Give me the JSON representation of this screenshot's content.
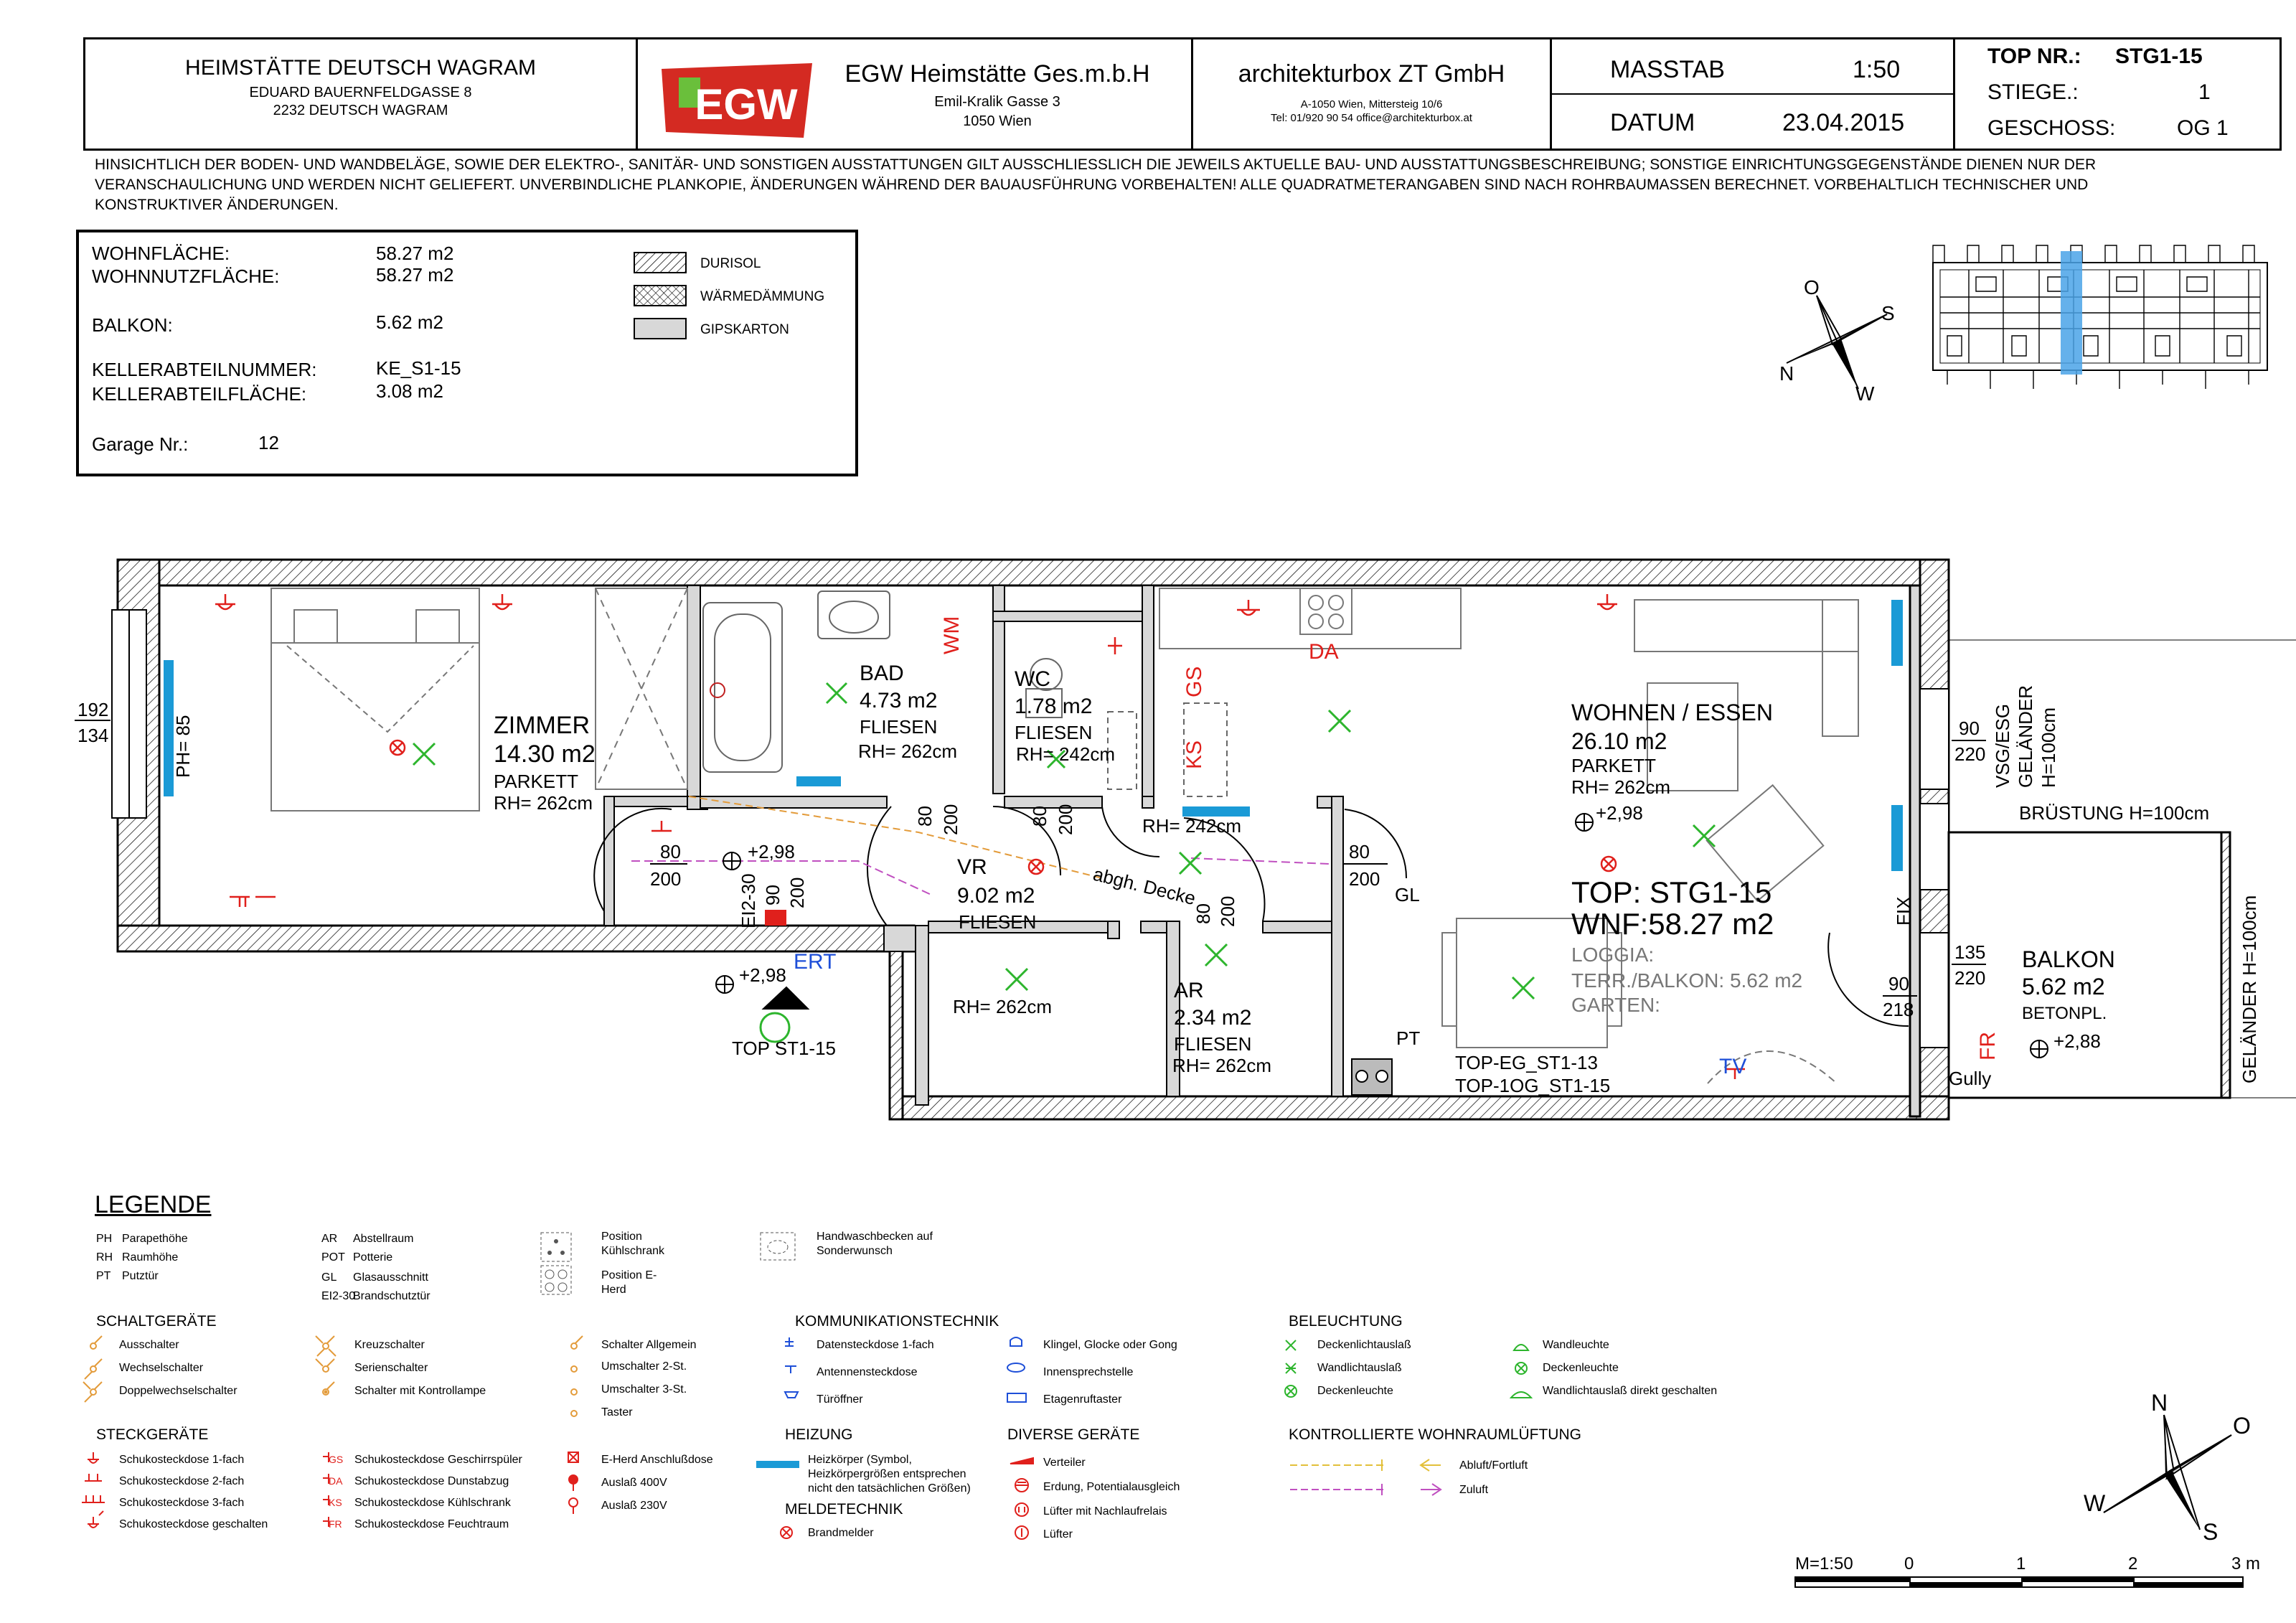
{
  "header": {
    "owner": {
      "name": "HEIMSTÄTTE DEUTSCH WAGRAM",
      "street": "EDUARD BAUERNFELDGASSE 8",
      "city": "2232 DEUTSCH WAGRAM"
    },
    "logo_text": "EGW",
    "company": {
      "name": "EGW Heimstätte Ges.m.b.H",
      "street": "Emil-Kralik Gasse 3",
      "city": "1050 Wien"
    },
    "architect": {
      "name": "architekturbox ZT GmbH",
      "address": "A-1050 Wien, Mittersteig 10/6",
      "contact": "Tel: 01/920 90 54  office@architekturbox.at"
    },
    "masstab_label": "MASSTAB",
    "masstab_value": "1:50",
    "datum_label": "DATUM",
    "datum_value": "23.04.2015",
    "top_label": "TOP NR.:",
    "top_value": "STG1-15",
    "stiege_label": "STIEGE.:",
    "stiege_value": "1",
    "geschoss_label": "GESCHOSS:",
    "geschoss_value": "OG 1"
  },
  "disclaimer": [
    "HINSICHTLICH DER BODEN- UND WANDBELÄGE, SOWIE DER ELEKTRO-, SANITÄR- UND SONSTIGEN AUSSTATTUNGEN GILT AUSSCHLIESSLICH DIE JEWEILS AKTUELLE BAU- UND AUSSTATTUNGSBESCHREIBUNG; SONSTIGE  EINRICHTUNGSGEGENSTÄNDE DIENEN NUR DER",
    "VERANSCHAULICHUNG UND WERDEN NICHT GELIEFERT. UNVERBINDLICHE PLANKOPIE, ÄNDERUNGEN WÄHREND DER BAUAUSFÜHRUNG VORBEHALTEN! ALLE QUADRATMETERANGABEN SIND NACH ROHRBAUMASSEN BERECHNET. VORBEHALTLICH TECHNISCHER UND",
    "KONSTRUKTIVER ÄNDERUNGEN."
  ],
  "areas": {
    "wohnflaeche_label": "WOHNFLÄCHE:",
    "wohnflaeche": "58.27 m2",
    "wohnnutz_label": "WOHNNUTZFLÄCHE:",
    "wohnnutz": "58.27 m2",
    "balkon_label": "BALKON:",
    "balkon": "5.62 m2",
    "kellernr_label": "KELLERABTEILNUMMER:",
    "kellernr": "KE_S1-15",
    "kellerfl_label": "KELLERABTEILFLÄCHE:",
    "kellerfl": "3.08 m2",
    "garage_label": "Garage Nr.:",
    "garage": "12"
  },
  "materials": [
    "DURISOL",
    "WÄRMEDÄMMUNG",
    "GIPSKARTON"
  ],
  "compass_small": {
    "o": "O",
    "s": "S",
    "n": "N",
    "w": "W"
  },
  "plan": {
    "zimmer": [
      "ZIMMER",
      "14.30 m2",
      "PARKETT",
      "RH= 262cm"
    ],
    "bad": [
      "BAD",
      "4.73 m2",
      "FLIESEN",
      "RH= 262cm"
    ],
    "wc": [
      "WC",
      "1.78 m2",
      "FLIESEN",
      "RH= 242cm"
    ],
    "vr": [
      "VR",
      "9.02 m2",
      "FLIESEN"
    ],
    "ar": [
      "AR",
      "2.34 m2",
      "FLIESEN",
      "RH= 262cm"
    ],
    "wohnen": [
      "WOHNEN / ESSEN",
      "26.10 m2",
      "PARKETT",
      "RH= 262cm"
    ],
    "balkon": [
      "BALKON",
      "5.62 m2",
      "BETONPL."
    ],
    "top": "TOP: STG1-15",
    "wnf": "WNF:58.27 m2",
    "loggia": [
      "LOGGIA:",
      "TERR./BALKON:  5.62 m2",
      "GARTEN:"
    ],
    "labels": {
      "window_top": "192",
      "window_bot": "134",
      "ph": "PH= 85",
      "door1_a": "80",
      "door1_b": "200",
      "level_vr": "+2,98",
      "ei": "EI2-30",
      "door_main_a": "90",
      "door_main_b": "200",
      "door_bad_a": "80",
      "door_bad_b": "200",
      "door_wc_a": "80",
      "door_wc_b": "200",
      "rh_vr": "RH= 242cm",
      "abgh": "abgh. Decke",
      "door_wo_a": "80",
      "door_wo_b": "200",
      "gl": "GL",
      "door_ar_a": "80",
      "door_ar_b": "200",
      "rh_vr2": "RH= 262cm",
      "level_wo": "+2,98",
      "level_out": "+2,98",
      "ert": "ERT",
      "top_st": "TOP ST1-15",
      "pt": "PT",
      "top_eg": "TOP-EG_ST1-13",
      "top_1og": "TOP-1OG_ST1-15",
      "tv": "TV",
      "wm": "WM",
      "gs": "GS",
      "ks": "KS",
      "da": "DA",
      "fr": "FR",
      "fix": "FIX",
      "win_r_a": "90",
      "win_r_b": "220",
      "vsg": [
        "VSG/ESG",
        "GELÄNDER",
        "H=100cm"
      ],
      "bruestung": "BRÜSTUNG H=100cm",
      "door_bal_top_a": "135",
      "door_bal_top_b": "220",
      "door_bal_a": "90",
      "door_bal_b": "218",
      "level_bal": "+2,88",
      "gully": "Gully",
      "gelaender": "GELÄNDER H=100cm"
    }
  },
  "legend": {
    "title": "LEGENDE",
    "abbr": [
      [
        "PH",
        "Parapethöhe"
      ],
      [
        "RH",
        "Raumhöhe"
      ],
      [
        "PT",
        "Putztür"
      ]
    ],
    "abbr2": [
      [
        "AR",
        "Abstellraum"
      ],
      [
        "POT",
        "Potterie"
      ],
      [
        "GL",
        "Glasausschnitt"
      ],
      [
        "EI2-30",
        "Brandschutztür"
      ]
    ],
    "pos": [
      "Position Kühlschrank",
      "Position E-Herd"
    ],
    "handwasch": "Handwaschbecken auf Sonderwunsch",
    "schalt_title": "SCHALTGERÄTE",
    "schalt1": [
      "Ausschalter",
      "Wechselschalter",
      "Doppelwechselschalter"
    ],
    "schalt2": [
      "Kreuzschalter",
      "Serienschalter",
      "Schalter mit Kontrollampe"
    ],
    "schalt3": [
      "Schalter Allgemein",
      "Umschalter 2-St.",
      "Umschalter 3-St.",
      "Taster"
    ],
    "komm_title": "KOMMUNIKATIONSTECHNIK",
    "komm1": [
      "Datensteckdose 1-fach",
      "Antennensteckdose",
      "Türöffner"
    ],
    "komm2": [
      "Klingel, Glocke oder Gong",
      "Innensprechstelle",
      "Etagenruftaster"
    ],
    "bel_title": "BELEUCHTUNG",
    "bel1": [
      "Deckenlichtauslaß",
      "Wandlichtauslaß",
      "Deckenleuchte"
    ],
    "bel2": [
      "Wandleuchte",
      "Deckenleuchte",
      "Wandlichtauslaß direkt geschalten"
    ],
    "steck_title": "STECKGERÄTE",
    "steck1": [
      "Schukosteckdose 1-fach",
      "Schukosteckdose 2-fach",
      "Schukosteckdose 3-fach",
      "Schukosteckdose geschalten"
    ],
    "steck_codes": [
      "GS",
      "DA",
      "KS",
      "FR"
    ],
    "steck2": [
      "Schukosteckdose Geschirrspüler",
      "Schukosteckdose Dunstabzug",
      "Schukosteckdose Kühlschrank",
      "Schukosteckdose Feuchtraum"
    ],
    "steck3": [
      "E-Herd Anschlußdose",
      "Auslaß 400V",
      "Auslaß 230V"
    ],
    "heiz_title": "HEIZUNG",
    "heiz": [
      "Heizkörper (Symbol,",
      "Heizkörpergrößen entsprechen",
      "nicht den tatsächlichen Größen)"
    ],
    "melde_title": "MELDETECHNIK",
    "melde": "Brandmelder",
    "div_title": "DIVERSE GERÄTE",
    "div": [
      "Verteiler",
      "Erdung, Potentialausgleich",
      "Lüfter mit Nachlaufrelais",
      "Lüfter"
    ],
    "kwl_title": "KONTROLLIERTE WOHNRAUMLÜFTUNG",
    "kwl": [
      "Abluft/Fortluft",
      "Zuluft"
    ]
  },
  "compass_large": {
    "n": "N",
    "o": "O",
    "w": "W",
    "s": "S"
  },
  "scale": {
    "label": "M=1:50",
    "ticks": [
      "0",
      "1",
      "2",
      "3 m"
    ]
  },
  "colors": {
    "red": "#e0201c",
    "blue": "#1a9ad6",
    "green": "#2db52d",
    "egw_red": "#d42a22",
    "egw_green": "#6abf3b",
    "blue_plan": "#1e4fd8",
    "orange": "#e39b3a",
    "magenta": "#c050c0"
  }
}
